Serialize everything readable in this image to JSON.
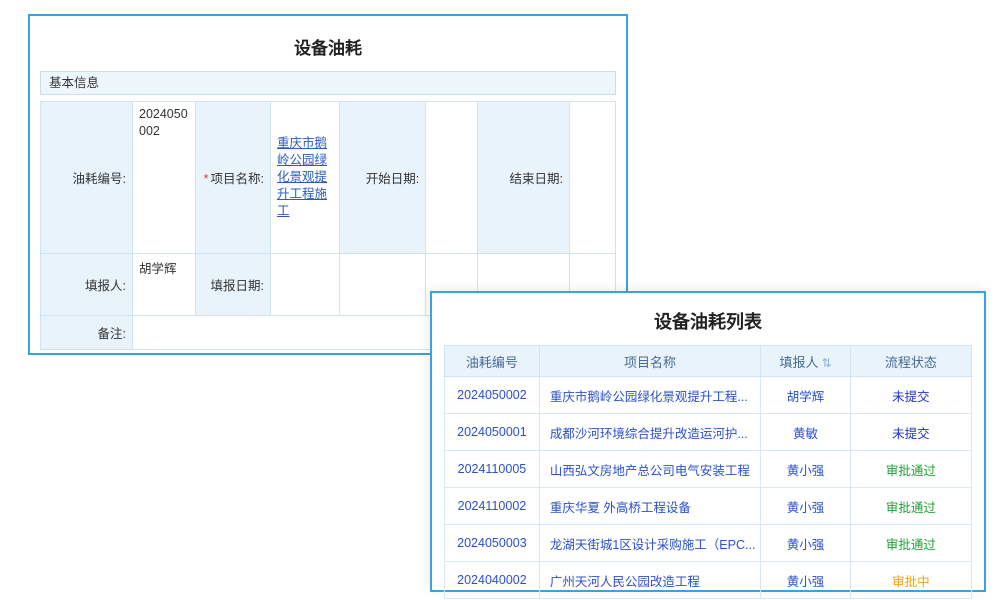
{
  "form_panel": {
    "title": "设备油耗",
    "section_title": "基本信息",
    "required_mark": "*",
    "fields": {
      "fuel_no": {
        "label": "油耗编号:",
        "value": "2024050002"
      },
      "project": {
        "label": "项目名称:",
        "value": "重庆市鹅岭公园绿化景观提升工程施工",
        "required": true
      },
      "start_date": {
        "label": "开始日期:",
        "value": ""
      },
      "end_date": {
        "label": "结束日期:",
        "value": ""
      },
      "filler": {
        "label": "填报人:",
        "value": "胡学辉"
      },
      "fill_date": {
        "label": "填报日期:",
        "value": ""
      },
      "remark": {
        "label": "备注:",
        "value": ""
      }
    }
  },
  "list_panel": {
    "title": "设备油耗列表",
    "columns": [
      {
        "label": "油耗编号"
      },
      {
        "label": "项目名称"
      },
      {
        "label": "填报人",
        "sort_icon": "⇅"
      },
      {
        "label": "流程状态"
      }
    ],
    "status_colors": {
      "未提交": "#1f33c4",
      "审批通过": "#21a036",
      "审批中": "#f0a020"
    },
    "rows": [
      {
        "no": "2024050002",
        "project": "重庆市鹅岭公园绿化景观提升工程...",
        "filler": "胡学辉",
        "status": "未提交"
      },
      {
        "no": "2024050001",
        "project": "成都沙河环境综合提升改造运河护...",
        "filler": "黄敏",
        "status": "未提交"
      },
      {
        "no": "2024110005",
        "project": "山西弘文房地产总公司电气安装工程",
        "filler": "黄小强",
        "status": "审批通过"
      },
      {
        "no": "2024110002",
        "project": "重庆华夏 外高桥工程设备",
        "filler": "黄小强",
        "status": "审批通过"
      },
      {
        "no": "2024050003",
        "project": "龙湖天街城1区设计采购施工（EPC...",
        "filler": "黄小强",
        "status": "审批通过"
      },
      {
        "no": "2024040002",
        "project": "广州天河人民公园改造工程",
        "filler": "黄小强",
        "status": "审批中"
      }
    ]
  },
  "colors": {
    "panel_border": "#38a3dd",
    "grid_line": "#cfe3f3",
    "label_bg": "#e9f3fb",
    "header_bg": "#e8f3fc",
    "link": "#2b50c8",
    "required": "#e03c3c"
  }
}
